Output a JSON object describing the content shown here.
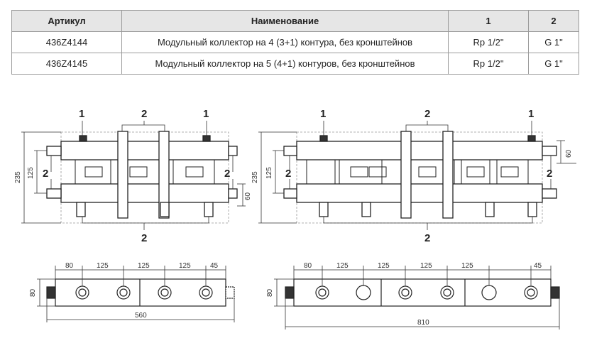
{
  "table": {
    "headers": [
      "Артикул",
      "Наименование",
      "1",
      "2"
    ],
    "rows": [
      [
        "436Z4144",
        "Модульный коллектор на 4 (3+1) контура, без кронштейнов",
        "Rp 1/2\"",
        "G 1\""
      ],
      [
        "436Z4145",
        "Модульный коллектор на 5 (4+1) контуров, без кронштейнов",
        "Rp 1/2\"",
        "G 1\""
      ]
    ]
  },
  "callouts": {
    "port1": "1",
    "port2": "2"
  },
  "dims_front": {
    "height": "235",
    "pitch": "125",
    "offset_left": "60",
    "offset_right": "60"
  },
  "dims_bottom_left": {
    "seg1": "80",
    "seg2": "125",
    "seg3": "125",
    "seg4": "125",
    "seg5": "45",
    "height": "80",
    "total": "560"
  },
  "dims_bottom_right": {
    "seg1": "80",
    "seg2": "125",
    "seg3": "125",
    "seg4": "125",
    "seg5": "125",
    "seg6": "45",
    "height": "80",
    "total": "810"
  }
}
